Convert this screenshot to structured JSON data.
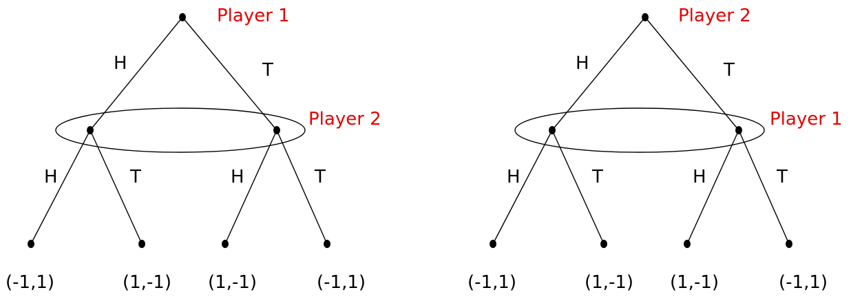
{
  "colors": {
    "player_label": "#e60000",
    "lines": "#000000"
  },
  "trees": [
    {
      "root_player": "Player 1",
      "second_player": "Player 2",
      "root_left_action": "H",
      "root_right_action": "T",
      "left_node_left_action": "H",
      "left_node_right_action": "T",
      "right_node_left_action": "H",
      "right_node_right_action": "T",
      "payoffs": [
        "(-1,1)",
        "(1,-1)",
        "(1,-1)",
        "(-1,1)"
      ]
    },
    {
      "root_player": "Player 2",
      "second_player": "Player 1",
      "root_left_action": "H",
      "root_right_action": "T",
      "left_node_left_action": "H",
      "left_node_right_action": "T",
      "right_node_left_action": "H",
      "right_node_right_action": "T",
      "payoffs": [
        "(-1,1)",
        "(1,-1)",
        "(1,-1)",
        "(-1,1)"
      ]
    }
  ]
}
